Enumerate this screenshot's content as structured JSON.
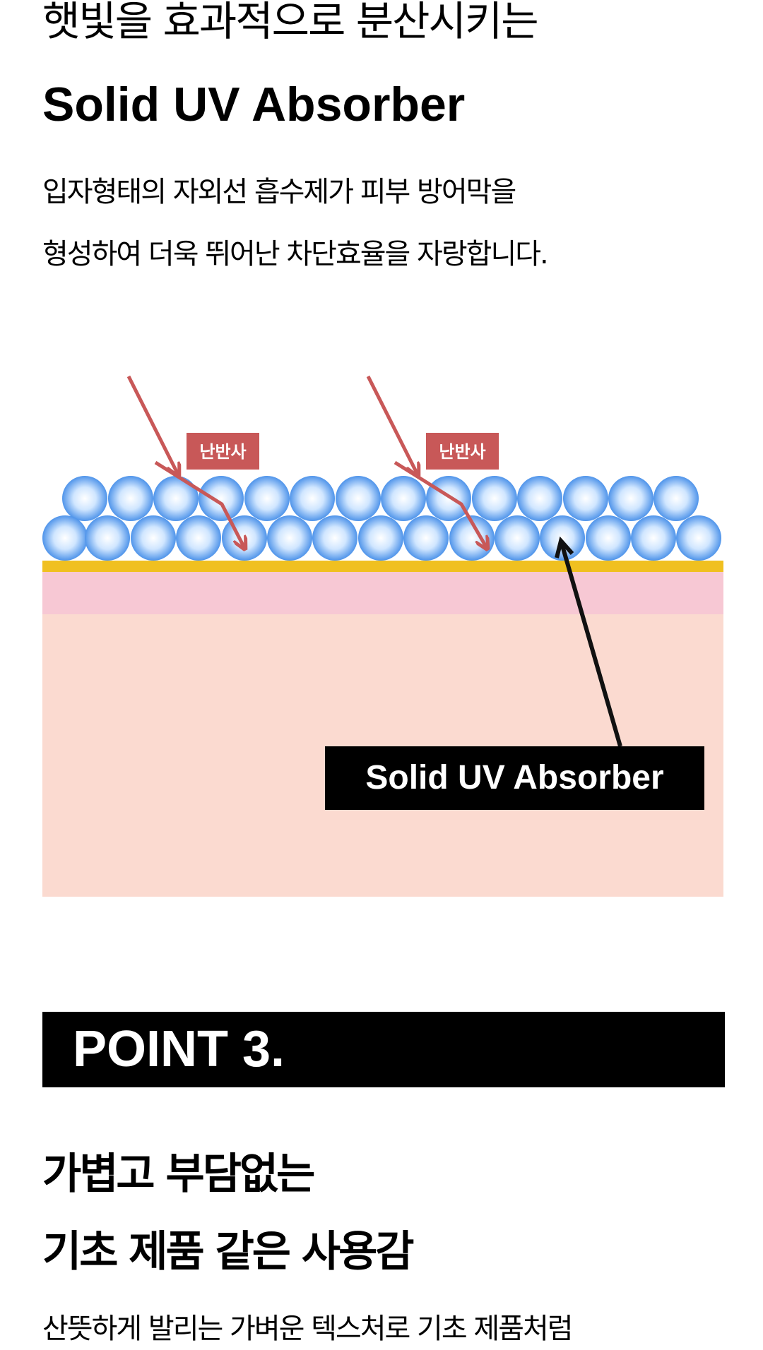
{
  "section": {
    "title_kr": "햇빛을 효과적으로 분산시키는",
    "title_en": "Solid UV Absorber",
    "description": [
      "입자형태의 자외선 흡수제가 피부 방어막을",
      "형성하여 더욱 뛰어난 차단효율을 자랑합니다."
    ]
  },
  "diagram": {
    "scatter_label": "난반사",
    "absorber_label": "Solid UV Absorber",
    "colors": {
      "arrow": "#c85858",
      "scatter_badge": "#c85858",
      "particle": "#5aa0ee",
      "barrier_line": "#f0c020",
      "epidermis": "#f7c8d4",
      "dermis": "#fbdad0",
      "pointer": "#111111"
    }
  },
  "point": {
    "label": "POINT 3.",
    "heading": [
      "가볍고 부담없는",
      "기초 제품 같은 사용감"
    ],
    "body_cut": "산뜻하게 발리는 가벼운 텍스처로 기초 제품처럼"
  }
}
